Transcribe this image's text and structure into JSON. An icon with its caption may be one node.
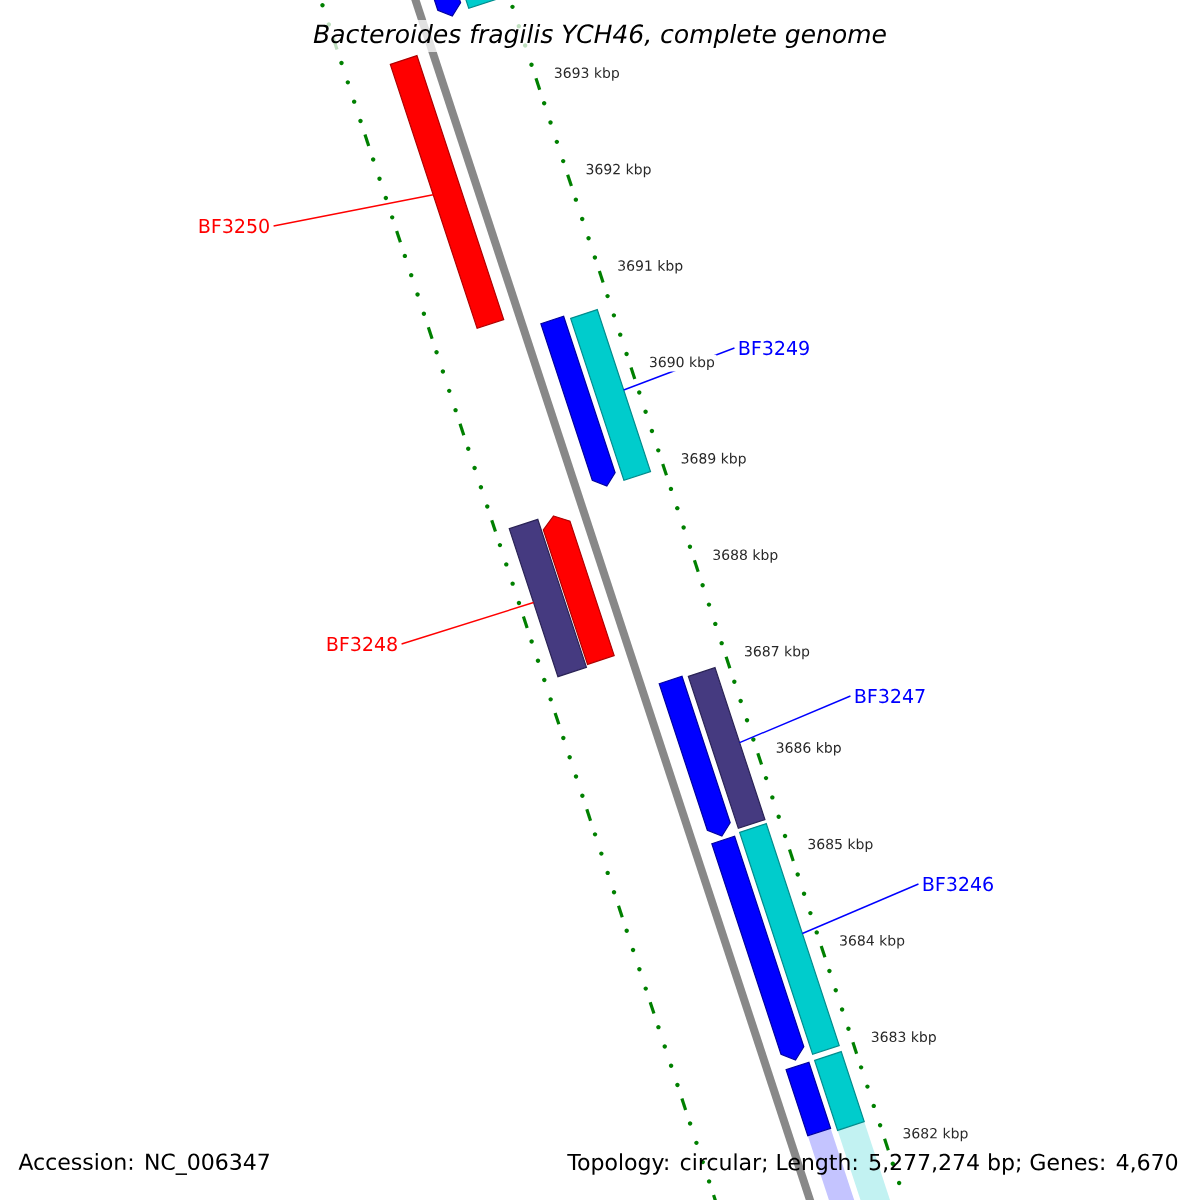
{
  "diagram": {
    "title": "Bacteroides fragilis YCH46, complete genome",
    "nodes": [
      {
        "text": [
          "BF3250"
        ]
      },
      {
        "text": [],
        "shape": "bar"
      },
      {
        "text": [
          "BF3249"
        ]
      },
      {
        "text": [],
        "shape": "bar"
      },
      {
        "text": [
          "BF3248"
        ]
      },
      {
        "text": [],
        "shape": "bar"
      },
      {
        "text": [
          "BF3247"
        ]
      },
      {
        "text": [],
        "shape": "bar"
      },
      {
        "text": [
          "BF3246"
        ]
      },
      {
        "text": [],
        "shape": "bar"
      },
      {
        "text": [],
        "shape": "bar"
      },
      {
        "text": [],
        "shape": "bar"
      }
    ],
    "edges": [
      {
        "from": 0,
        "to": 1,
        "arrow": "none",
        "color": "#ff0000"
      },
      {
        "from": 2,
        "to": 3,
        "arrow": "none"
      },
      {
        "from": 4,
        "to": 5,
        "arrow": "none",
        "color": "#ff0000"
      },
      {
        "from": 6,
        "to": 7,
        "arrow": "none"
      },
      {
        "from": 8,
        "to": 9,
        "arrow": "none"
      }
    ],
    "labels": [
      "3693 kbp",
      "3692 kbp",
      "3691 kbp",
      "3690 kbp",
      "3689 kbp",
      "3688 kbp",
      "3687 kbp",
      "3686 kbp",
      "3685 kbp",
      "3684 kbp",
      "3683 kbp",
      "3682 kbp",
      "Accession: NC_006347",
      "Topology: circular; Length: 5,277,274 bp; Genes: 4,670"
    ]
  }
}
